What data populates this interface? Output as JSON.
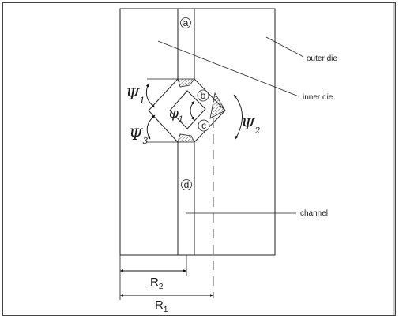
{
  "labels": {
    "a": "a",
    "b": "b",
    "c": "c",
    "d": "d",
    "outer_die": "outer die",
    "inner_die": "inner die",
    "channel": "channel",
    "psi": "Ψ",
    "psi1_sub": "1",
    "psi2_sub": "2",
    "psi3_sub": "3",
    "phi": "φ",
    "phi1_sub": "1",
    "r": "R",
    "r1_sub": "1",
    "r2_sub": "2"
  }
}
